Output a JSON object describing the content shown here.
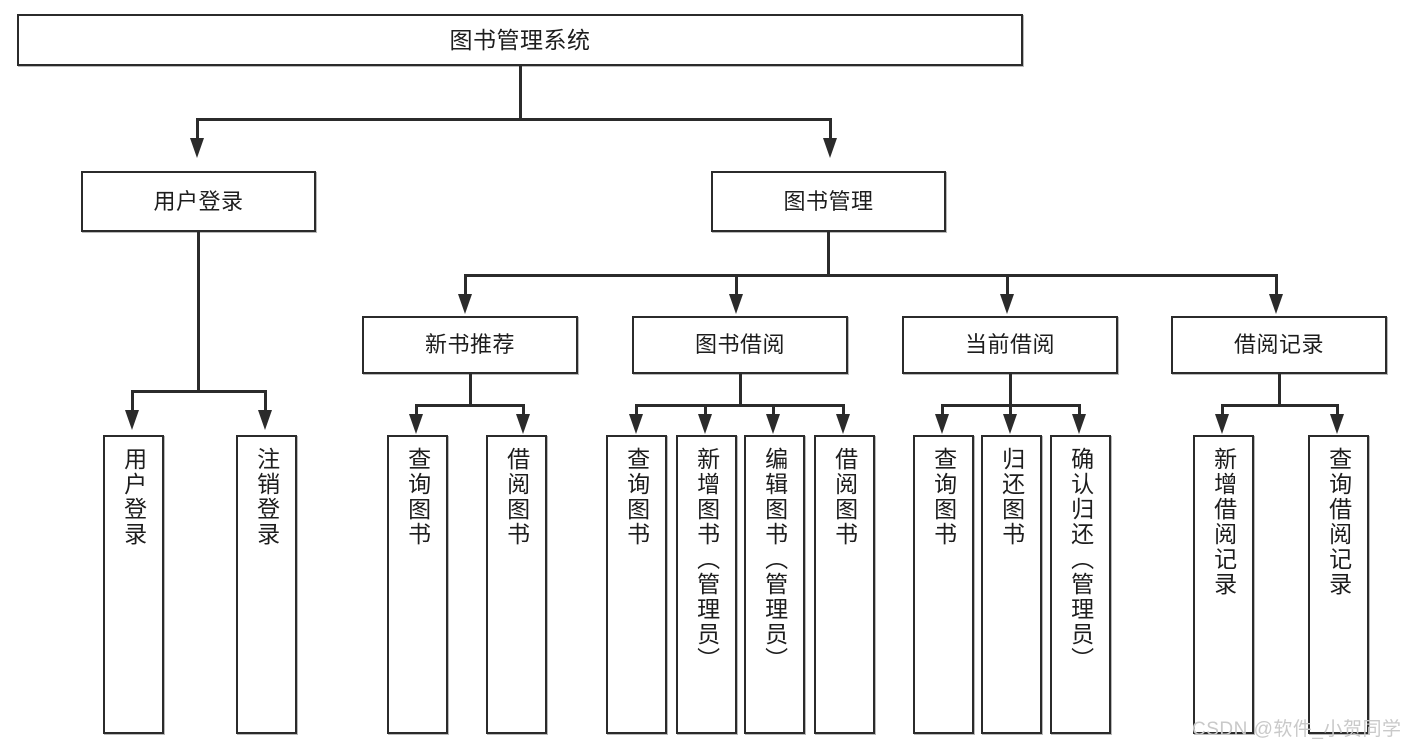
{
  "diagram": {
    "title": "图书管理系统",
    "root": {
      "label": "图书管理系统"
    },
    "level2": [
      {
        "label": "用户登录"
      },
      {
        "label": "图书管理"
      }
    ],
    "level3": [
      {
        "label": "新书推荐"
      },
      {
        "label": "图书借阅"
      },
      {
        "label": "当前借阅"
      },
      {
        "label": "借阅记录"
      }
    ],
    "leaves": {
      "user_login": [
        {
          "label": "用户登录"
        },
        {
          "label": "注销登录"
        }
      ],
      "new_book_recommend": [
        {
          "label": "查询图书"
        },
        {
          "label": "借阅图书"
        }
      ],
      "book_borrow": [
        {
          "label": "查询图书"
        },
        {
          "label": "新增图书（管理员）"
        },
        {
          "label": "编辑图书（管理员）"
        },
        {
          "label": "借阅图书"
        }
      ],
      "current_borrow": [
        {
          "label": "查询图书"
        },
        {
          "label": "归还图书"
        },
        {
          "label": "确认归还（管理员）"
        }
      ],
      "borrow_record": [
        {
          "label": "新增借阅记录"
        },
        {
          "label": "查询借阅记录"
        }
      ]
    }
  },
  "watermark": {
    "text": "CSDN @软件_小贺同学"
  },
  "colors": {
    "stroke": "#2b2b2b",
    "text": "#1d1d1d",
    "background": "#ffffff",
    "watermark": "#c9c9c9"
  }
}
